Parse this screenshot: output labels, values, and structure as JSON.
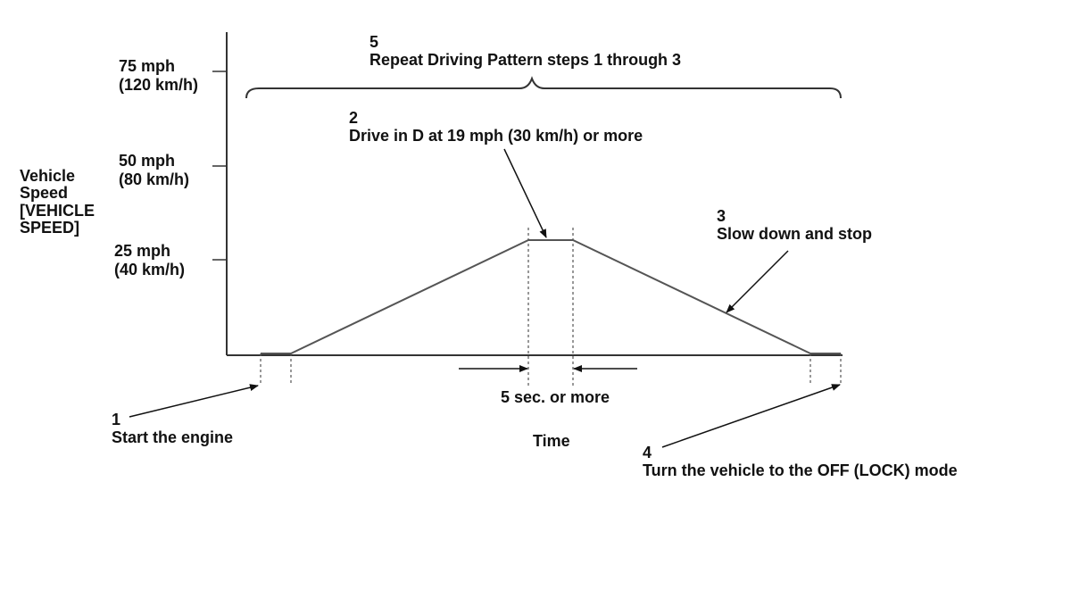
{
  "y_axis": {
    "label_lines": [
      "Vehicle",
      "Speed",
      "[VEHICLE",
      "SPEED]"
    ],
    "ticks": [
      {
        "mph": "75 mph",
        "kmh": "(120 km/h)"
      },
      {
        "mph": "50 mph",
        "kmh": "(80 km/h)"
      },
      {
        "mph": "25 mph",
        "kmh": "(40 km/h)"
      }
    ]
  },
  "x_axis": {
    "label": "Time"
  },
  "steps": {
    "s1": {
      "number": "1",
      "text": "Start the engine"
    },
    "s2": {
      "number": "2",
      "text": "Drive in D at 19 mph (30 km/h) or more"
    },
    "s3": {
      "number": "3",
      "text": "Slow down and stop"
    },
    "s4": {
      "number": "4",
      "text": "Turn the vehicle to the OFF (LOCK) mode"
    },
    "s5": {
      "number": "5",
      "text": "Repeat Driving Pattern steps 1 through 3"
    }
  },
  "duration_note": "5 sec. or more"
}
